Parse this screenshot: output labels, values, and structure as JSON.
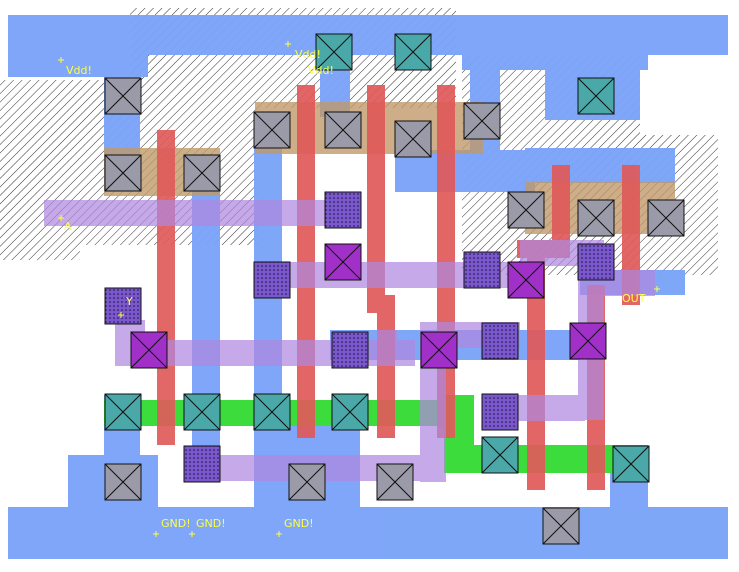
{
  "colors": {
    "background": "#ffffff",
    "metal1": "#7ba4f8",
    "poly": "#e05a5a",
    "metal2": "#b088e0",
    "diffusion": "#3ddc3d",
    "pselect": "#c09a6a",
    "label_text": "#ffff44",
    "contact_gray": "#9a9aa8",
    "contact_teal": "#4aa8a8",
    "contact_violet": "#7a58cc",
    "contact_purple": "#a030c8"
  },
  "labels": [
    {
      "text": "Vdd!",
      "name": "label-vdd-left"
    },
    {
      "text": "Vdd!",
      "name": "label-vdd-mid-a"
    },
    {
      "text": "Vdd!",
      "name": "label-vdd-mid-b"
    },
    {
      "text": "A",
      "name": "label-a"
    },
    {
      "text": "Y",
      "name": "label-y"
    },
    {
      "text": "OUT",
      "name": "label-out"
    },
    {
      "text": "GND!",
      "name": "label-gnd-a"
    },
    {
      "text": "GND!",
      "name": "label-gnd-b"
    },
    {
      "text": "GND!",
      "name": "label-gnd-c"
    }
  ]
}
